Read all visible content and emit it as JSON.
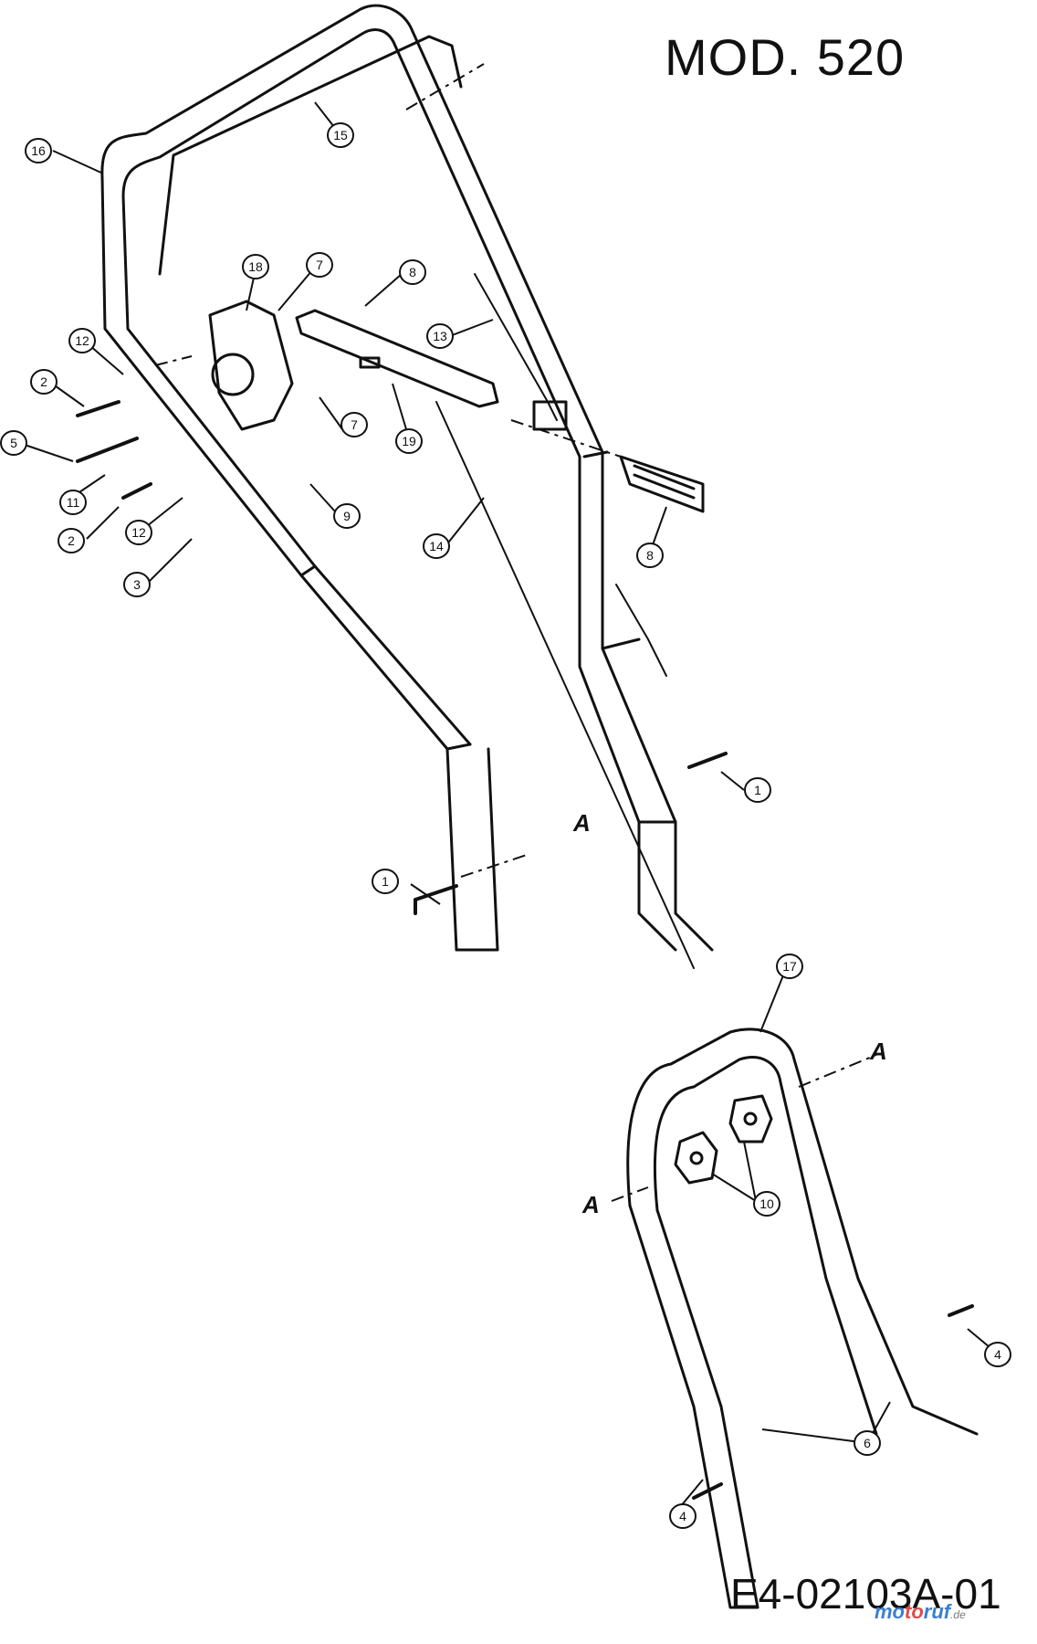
{
  "header": {
    "model": "MOD.  520"
  },
  "footer": {
    "code": "E4-02103A-01"
  },
  "watermark": {
    "p1": "mo",
    "p2": "to",
    "p3": "ruf",
    "p4": ".de"
  },
  "callouts": [
    {
      "label": "16"
    },
    {
      "label": "15"
    },
    {
      "label": "18"
    },
    {
      "label": "7"
    },
    {
      "label": "8"
    },
    {
      "label": "12"
    },
    {
      "label": "2"
    },
    {
      "label": "5"
    },
    {
      "label": "11"
    },
    {
      "label": "2"
    },
    {
      "label": "12"
    },
    {
      "label": "3"
    },
    {
      "label": "7"
    },
    {
      "label": "19"
    },
    {
      "label": "9"
    },
    {
      "label": "13"
    },
    {
      "label": "14"
    },
    {
      "label": "8"
    },
    {
      "label": "1"
    },
    {
      "label": "1"
    },
    {
      "label": "17"
    },
    {
      "label": "10"
    },
    {
      "label": "4"
    },
    {
      "label": "6"
    },
    {
      "label": "4"
    }
  ],
  "refs": [
    {
      "label": "A"
    },
    {
      "label": "A"
    },
    {
      "label": "A"
    }
  ],
  "colors": {
    "ink": "#111111",
    "background": "#ffffff"
  }
}
